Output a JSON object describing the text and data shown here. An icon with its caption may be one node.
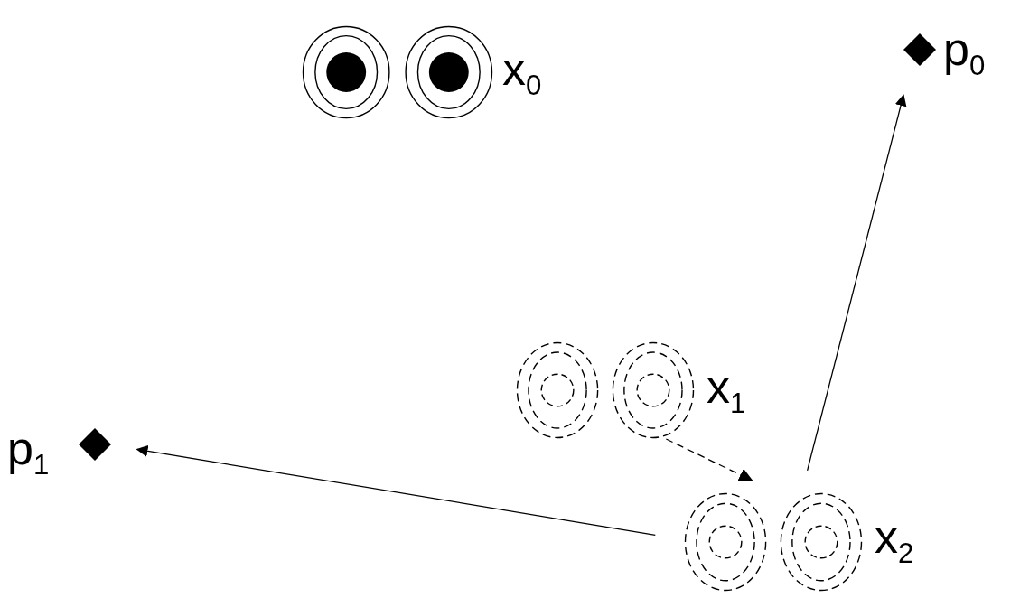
{
  "diagram": {
    "nodes": [
      {
        "text": [],
        "shape": "circle",
        "beside": [
          "x$_{0}$"
        ]
      },
      {
        "text": [],
        "shape": "diamond",
        "beside": [
          "p$_{0}$"
        ]
      },
      {
        "text": [],
        "shape": "circle",
        "beside": [
          "x$_{1}$"
        ]
      },
      {
        "text": [],
        "shape": "diamond",
        "beside": [
          "p$_{1}$"
        ]
      },
      {
        "text": [],
        "shape": "circle",
        "beside": [
          "x$_{2}$"
        ]
      }
    ],
    "edges": [
      {
        "from": 2,
        "to": 4,
        "arrow": "to",
        "style": "dashed"
      },
      {
        "from": 4,
        "to": 1,
        "arrow": "to"
      },
      {
        "from": 4,
        "to": 3,
        "arrow": "to"
      }
    ]
  }
}
